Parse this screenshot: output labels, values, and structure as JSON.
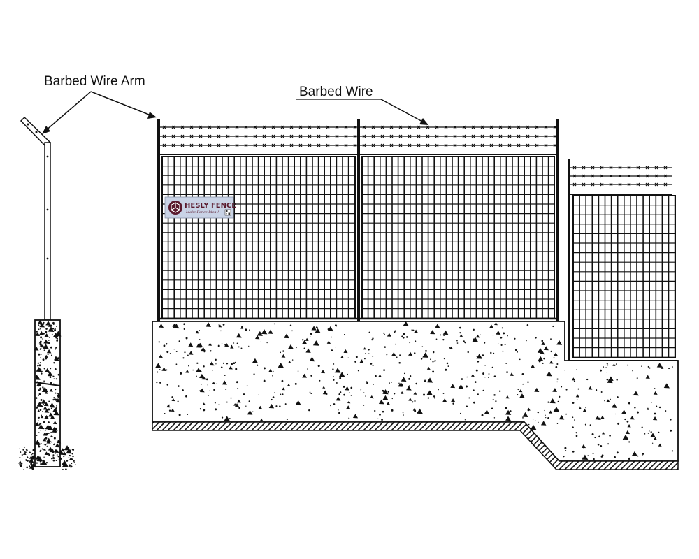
{
  "labels": {
    "barbed_wire_arm": "Barbed Wire Arm",
    "barbed_wire": "Barbed Wire"
  },
  "sign": {
    "brand": "HESLY FENCE",
    "tagline": "Make Fence Idea !"
  },
  "colors": {
    "line": "#111111",
    "sign_bg": "#c9d3e6",
    "brand": "#5a1a2e"
  },
  "icons": {
    "sign_logo": "cube-logo-icon",
    "sign_qr": "qr-code-icon"
  }
}
